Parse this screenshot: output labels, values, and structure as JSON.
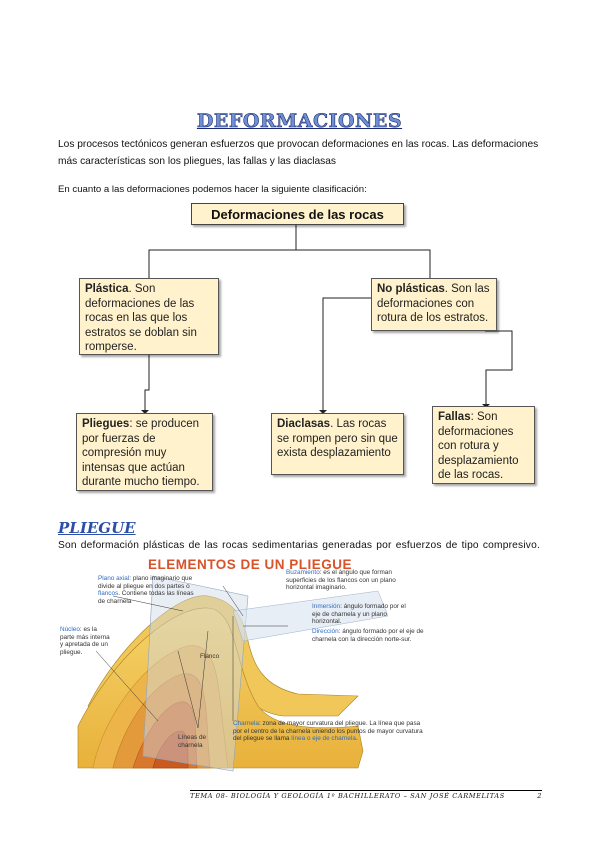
{
  "title": "DEFORMACIONES",
  "intro": "Los procesos tectónicos generan esfuerzos que provocan deformaciones en las rocas. Las deformaciones más características son los pliegues, las fallas y las diaclasas",
  "classification_intro": "En cuanto a las deformaciones podemos hacer la siguiente clasificación:",
  "concept_map": {
    "root": "Deformaciones de las rocas",
    "plastica": {
      "term": "Plástica",
      "text": ". Son deformaciones de las rocas en las que los estratos se doblan sin romperse."
    },
    "no_plasticas": {
      "term": "No plásticas",
      "text": ". Son las deformaciones con rotura de los estratos."
    },
    "pliegues": {
      "term": "Pliegues",
      "text": ": se producen por fuerzas de compresión muy intensas que actúan durante mucho tiempo."
    },
    "diaclasas": {
      "term": "Diaclasas",
      "text": ". Las rocas se rompen pero sin que exista desplazamiento"
    },
    "fallas": {
      "term": "Fallas",
      "text": ": Son deformaciones con rotura y desplazamiento de las rocas."
    }
  },
  "pliegue_section": {
    "heading": "PLIEGUE",
    "text": "Son deformación plásticas de las rocas sedimentarias generadas por esfuerzos de tipo compresivo."
  },
  "figure": {
    "title": "ELEMENTOS DE UN PLIEGUE",
    "plano_axial": {
      "term": "Plano axial",
      "text": ": plano imaginario que divide al pliegue en dos partes o ",
      "term2": "flancos",
      "text2": ". Contiene todas las líneas de charnela"
    },
    "nucleo": {
      "term": "Núcleo",
      "text": ": es la parte más interna y apretada de un pliegue."
    },
    "buzamiento": {
      "term": "Buzamiento",
      "text": ": es el ángulo que forman superficies de los flancos con un plano horizontal imaginario."
    },
    "inmersion": {
      "term": "Inmersión",
      "text": ": ángulo formado por el eje de charnela y un plano horizontal."
    },
    "direccion": {
      "term": "Dirección",
      "text": ": ángulo formado por el eje de charnela con la dirección norte-sur."
    },
    "flanco": "Flanco",
    "lineas_charnela": "Líneas de charnela",
    "charnela": {
      "term": "Charnela",
      "text": ": zona de mayor curvatura del pliegue. La línea que pasa por el centro de la charnela uniendo los puntos de mayor curvatura del pliegue se llama ",
      "term2": "línea o eje de charnela",
      "text2": "."
    }
  },
  "footer": {
    "text": "TEMA 08- BIOLOGÍA Y GEOLOGÍA 1º BACHILLERATO – SAN JOSÉ CARMELITAS",
    "page": "2"
  }
}
